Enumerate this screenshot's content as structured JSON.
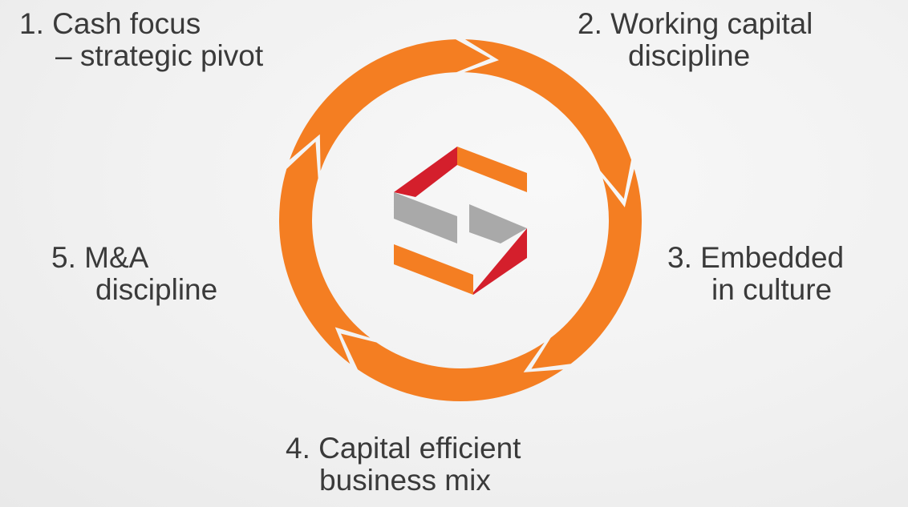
{
  "colors": {
    "background": "#f2f2f2",
    "arc": "#f47e22",
    "text": "#3a3a3a",
    "logo_orange": "#f47e22",
    "logo_red": "#d41f2c",
    "logo_gray": "#a9a9a9"
  },
  "steps": [
    {
      "number": "1.",
      "lines": [
        "Cash focus",
        "– strategic pivot"
      ]
    },
    {
      "number": "2.",
      "lines": [
        "Working capital",
        "discipline"
      ]
    },
    {
      "number": "3.",
      "lines": [
        "Embedded",
        "in culture"
      ]
    },
    {
      "number": "4.",
      "lines": [
        "Capital efficient",
        "business mix"
      ]
    },
    {
      "number": "5.",
      "lines": [
        "M&A",
        "discipline"
      ]
    }
  ],
  "logo": {
    "icon": "company-logo-icon"
  }
}
